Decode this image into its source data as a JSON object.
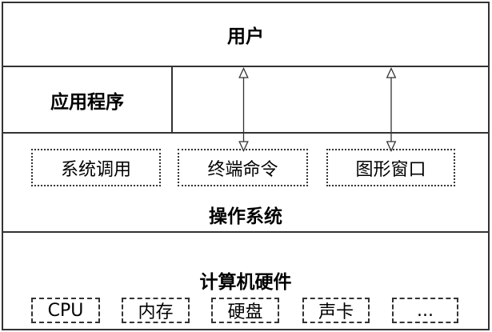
{
  "diagram": {
    "title": "os-layered-architecture",
    "layers": {
      "user": {
        "label": "用户"
      },
      "application": {
        "label": "应用程序"
      },
      "os": {
        "label": "操作系统",
        "interfaces": [
          {
            "label": "系统调用"
          },
          {
            "label": "终端命令"
          },
          {
            "label": "图形窗口"
          }
        ]
      },
      "hardware": {
        "label": "计算机硬件",
        "components": [
          {
            "label": "CPU"
          },
          {
            "label": "内存"
          },
          {
            "label": "硬盘"
          },
          {
            "label": "声卡"
          },
          {
            "label": "..."
          }
        ]
      }
    },
    "connections": [
      {
        "from": "用户",
        "to": "终端命令",
        "style": "double-arrow"
      },
      {
        "from": "用户",
        "to": "图形窗口",
        "style": "double-arrow"
      }
    ],
    "colors": {
      "border": "#333333",
      "text": "#000000",
      "background": "#ffffff"
    }
  }
}
